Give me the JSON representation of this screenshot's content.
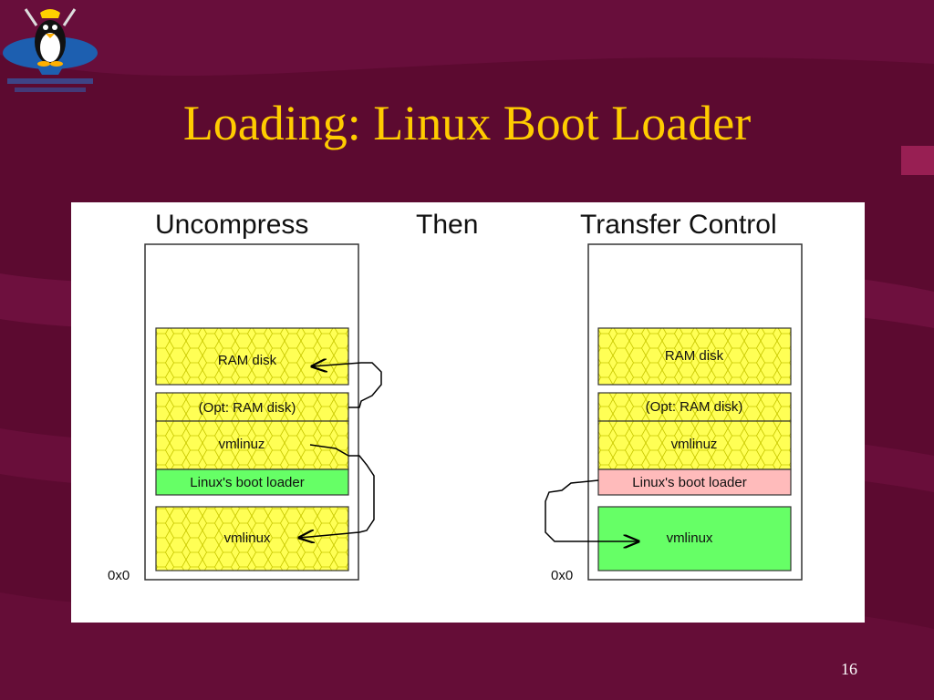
{
  "slide": {
    "title": "Loading: Linux Boot Loader",
    "page_number": "16"
  },
  "diagram": {
    "headers": {
      "left": "Uncompress",
      "middle": "Then",
      "right": "Transfer Control"
    },
    "left_stack": {
      "base_address": "0x0",
      "blocks": [
        {
          "label": "RAM disk",
          "style": "yellow-hex"
        },
        {
          "label": "(Opt: RAM disk)",
          "style": "yellow-hex"
        },
        {
          "label": "vmlinuz",
          "style": "yellow-hex"
        },
        {
          "label": "Linux's boot loader",
          "style": "green"
        },
        {
          "label": "vmlinux",
          "style": "yellow-hex"
        }
      ]
    },
    "right_stack": {
      "base_address": "0x0",
      "blocks": [
        {
          "label": "RAM disk",
          "style": "yellow-hex"
        },
        {
          "label": "(Opt: RAM disk)",
          "style": "yellow-hex"
        },
        {
          "label": "vmlinuz",
          "style": "yellow-hex"
        },
        {
          "label": "Linux's boot loader",
          "style": "pink"
        },
        {
          "label": "vmlinux",
          "style": "green"
        }
      ]
    },
    "colors": {
      "yellow": "#ffff55",
      "green": "#66ff66",
      "pink": "#ffbbbb",
      "title": "#ffcc00",
      "background": "#5a0a2e"
    }
  }
}
